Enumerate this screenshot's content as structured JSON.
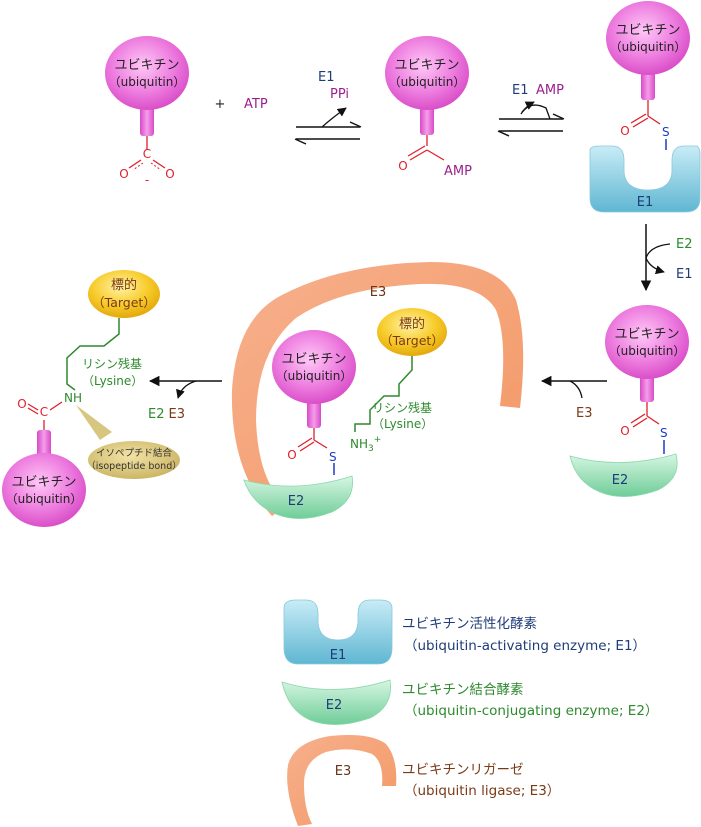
{
  "ubiquitin": {
    "name": "ユビキチン",
    "sub": "（ubiquitin）"
  },
  "target": {
    "name": "標的",
    "sub": "（Target）"
  },
  "reaction": {
    "plus": "+",
    "atp": "ATP",
    "e1": "E1",
    "ppi": "PPi",
    "amp": "AMP",
    "e2": "E2",
    "e3": "E3",
    "e2_e3": "E2  E3"
  },
  "chem": {
    "c": "C",
    "o": "O",
    "minus": "-",
    "s": "S",
    "nh": "NH",
    "nh3": "NH",
    "nh3_sub": "3",
    "nh3_sup": "+"
  },
  "lysine": {
    "name": "リシン残基",
    "sub": "（Lysine）"
  },
  "isopeptide": {
    "name": "イソペプチド結合",
    "sub": "（isopeptide bond）"
  },
  "legend": {
    "e1": {
      "label": "E1",
      "name": "ユビキチン活性化酵素",
      "desc": "（ubiquitin-activating enzyme; E1）"
    },
    "e2": {
      "label": "E2",
      "name": "ユビキチン結合酵素",
      "desc": "（ubiquitin-conjugating enzyme; E2）"
    },
    "e3": {
      "label": "E3",
      "name": "ユビキチンリガーゼ",
      "desc": "（ubiquitin ligase; E3）"
    }
  },
  "colors": {
    "ubiquitin": "#e86ad8",
    "e1": "#5fb6d2",
    "e2": "#77d3a0",
    "e3": "#f8a37a",
    "target": "#f4c11c",
    "isopeptide": "#cdb86a",
    "lysine": "#2d8a2d",
    "carbonyl": "#e0202a",
    "sulfur": "#1a3cc8"
  }
}
